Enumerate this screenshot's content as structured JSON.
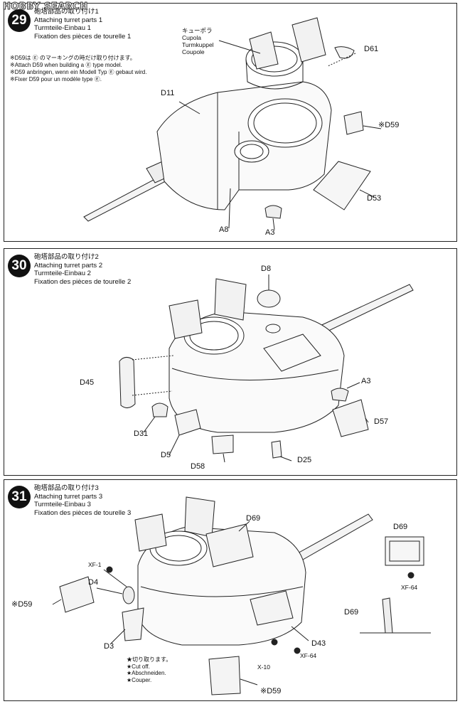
{
  "watermark": "HOBBY SEARCH",
  "steps": [
    {
      "number": "29",
      "title_jp": "砲塔部品の取り付け1",
      "title_en": "Attaching turret parts 1",
      "title_de": "Turmteile-Einbau 1",
      "title_fr": "Fixation des pièces de tourelle 1",
      "notes": [
        "※D59は Ⓔ のマーキングの時だけ取り付けます。",
        "※Attach D59 when building a Ⓔ type model.",
        "※D59 anbringen, wenn ein Modell Typ Ⓔ gebaut wird.",
        "※Fixer D59 pour un modèle type Ⓔ."
      ],
      "callouts": {
        "cupola": [
          "キューポラ",
          "Cupola",
          "Turmkuppel",
          "Coupole"
        ],
        "d61": "D61",
        "d11": "D11",
        "d59": "※D59",
        "d53": "D53",
        "a8": "A8",
        "a3": "A3"
      }
    },
    {
      "number": "30",
      "title_jp": "砲塔部品の取り付け2",
      "title_en": "Attaching turret parts 2",
      "title_de": "Turmteile-Einbau 2",
      "title_fr": "Fixation des pièces de tourelle 2",
      "callouts": {
        "d8": "D8",
        "d45": "D45",
        "a3": "A3",
        "d31": "D31",
        "d57": "D57",
        "d5": "D5",
        "d58": "D58",
        "d25": "D25"
      }
    },
    {
      "number": "31",
      "title_jp": "砲塔部品の取り付け3",
      "title_en": "Attaching turret parts 3",
      "title_de": "Turmteile-Einbau 3",
      "title_fr": "Fixation des pièces de tourelle 3",
      "callouts": {
        "d69": "D69",
        "d69_detail": "D69",
        "d69_side": "D69",
        "xf1": "XF-1",
        "d4": "D4",
        "d59": "※D59",
        "d3": "D3",
        "d43": "D43",
        "x10": "X-10",
        "xf64_a": "XF-64",
        "xf64_b": "XF-64",
        "d59_bottom": "※D59"
      },
      "cut_notes": [
        "★切り取ります。",
        "★Cut off.",
        "★Abschneiden.",
        "★Couper."
      ]
    }
  ]
}
